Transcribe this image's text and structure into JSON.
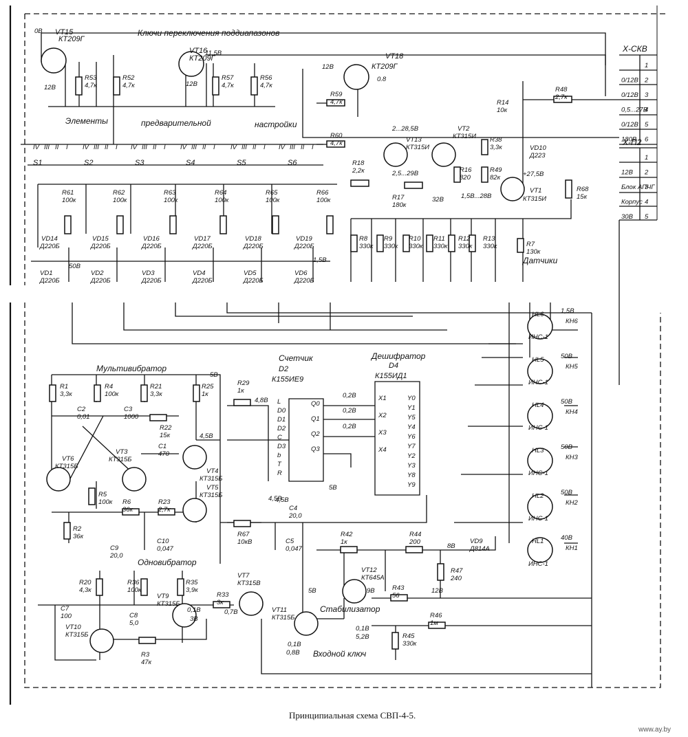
{
  "figure": {
    "caption": "Принципиальная схема СВП-4-5.",
    "watermark": "www.ay.by"
  },
  "section_titles": [
    "Ключи переключения поддиапазонов",
    "Элементы",
    "предварительной",
    "настройки",
    "Мультивибратор",
    "Одновибратор",
    "Счетчик",
    "Дешифратор",
    "Стабилизатор",
    "Входной ключ",
    "Датчики"
  ],
  "connectors": {
    "xskv": {
      "name": "X-СКВ",
      "pins": [
        {
          "num": "1",
          "label": ""
        },
        {
          "num": "2",
          "label": "0/12В"
        },
        {
          "num": "3",
          "label": "0/12В"
        },
        {
          "num": "4",
          "label": "0,5...27В"
        },
        {
          "num": "5",
          "label": "0/12В"
        },
        {
          "num": "6",
          "label": "180В"
        }
      ]
    },
    "xp2": {
      "name": "X-П2",
      "pins": [
        {
          "num": "1",
          "label": ""
        },
        {
          "num": "2",
          "label": "12В"
        },
        {
          "num": "3",
          "label": "Блок АПЧГ"
        },
        {
          "num": "4",
          "label": "Корпус"
        },
        {
          "num": "5",
          "label": "30В"
        }
      ]
    }
  },
  "transistors_top": [
    {
      "ref": "VT15",
      "type": "КТ209Г",
      "v_base": "0В",
      "v_emit": "12В"
    },
    {
      "ref": "VT16",
      "type": "КТ209Г",
      "v_base": "11,5В",
      "v_emit": "12В"
    },
    {
      "ref": "VT18",
      "type": "КТ209Г",
      "v_base": "0.8",
      "v_emit": "12В"
    }
  ],
  "resistors_top": [
    {
      "ref": "R53",
      "value": "4,7к"
    },
    {
      "ref": "R52",
      "value": "4,7к"
    },
    {
      "ref": "R57",
      "value": "4,7к"
    },
    {
      "ref": "R56",
      "value": "4,7к"
    },
    {
      "ref": "R59",
      "value": "4,7к"
    },
    {
      "ref": "R60",
      "value": "4,7к"
    },
    {
      "ref": "R48",
      "value": "2,7к"
    },
    {
      "ref": "R14",
      "value": "10к"
    },
    {
      "ref": "R18",
      "value": "2,2к"
    },
    {
      "ref": "R17",
      "value": "180к"
    },
    {
      "ref": "R38",
      "value": "3,3к"
    },
    {
      "ref": "R16",
      "value": "820"
    },
    {
      "ref": "R49",
      "value": "82к"
    },
    {
      "ref": "R68",
      "value": "15к"
    },
    {
      "ref": "R7",
      "value": "130к"
    }
  ],
  "switches": [
    "S1",
    "S2",
    "S3",
    "S4",
    "S5",
    "S6"
  ],
  "roman_marks": [
    "IV",
    "III",
    "II",
    "I"
  ],
  "presets": [
    {
      "r": "R61",
      "rv": "100к",
      "vdu": "VD14",
      "vdl": "VD1",
      "d": "Д220Б"
    },
    {
      "r": "R62",
      "rv": "100к",
      "vdu": "VD15",
      "vdl": "VD2",
      "d": "Д220Б"
    },
    {
      "r": "R63",
      "rv": "100к",
      "vdu": "VD16",
      "vdl": "VD3",
      "d": "Д220Б"
    },
    {
      "r": "R64",
      "rv": "100к",
      "vdu": "VD17",
      "vdl": "VD4",
      "d": "Д220Б"
    },
    {
      "r": "R65",
      "rv": "100к",
      "vdu": "VD18",
      "vdl": "VD5",
      "d": "Д220Б"
    },
    {
      "r": "R66",
      "rv": "100к",
      "vdu": "VD19",
      "vdl": "VD6",
      "d": "Д220Б"
    }
  ],
  "sensors": [
    {
      "ref": "R8",
      "value": "330к"
    },
    {
      "ref": "R9",
      "value": "330к"
    },
    {
      "ref": "R10",
      "value": "330к"
    },
    {
      "ref": "R11",
      "value": "330к"
    },
    {
      "ref": "R12",
      "value": "330к"
    },
    {
      "ref": "R13",
      "value": "330к"
    }
  ],
  "vt13": {
    "ref": "VT13",
    "type": "КТ315И",
    "v": "2...28,5В"
  },
  "vt2": {
    "ref": "VT2",
    "type": "КТ315И"
  },
  "vt1": {
    "ref": "VT1",
    "type": "КТ315И",
    "v": "+27,5В"
  },
  "vd10": {
    "ref": "VD10",
    "type": "Д223"
  },
  "misc_voltages": [
    "2,5...29В",
    "32В",
    "1,5В...28В",
    "50В",
    "1,5В",
    "4,5В"
  ],
  "indicators": [
    {
      "ref": "HL6",
      "type": "ИНС-1",
      "key": "КН6",
      "v": "1,5В"
    },
    {
      "ref": "HL5",
      "type": "ИНС-1",
      "key": "КН5",
      "v": "50В"
    },
    {
      "ref": "HL4",
      "type": "ИНС-1",
      "key": "КН4",
      "v": "50В"
    },
    {
      "ref": "HL3",
      "type": "ИНС-1",
      "key": "КН3",
      "v": "50В"
    },
    {
      "ref": "HL2",
      "type": "ИНС-1",
      "key": "КН2",
      "v": "50В"
    },
    {
      "ref": "HL1",
      "type": "ИНС-1",
      "key": "КН1",
      "v": "40В"
    }
  ],
  "counter": {
    "ref": "D2",
    "type": "К155ИЕ9",
    "pins_left": [
      "L",
      "D0",
      "D1",
      "D2",
      "C",
      "D3",
      "b",
      "T",
      "R"
    ],
    "pins_right": [
      "Q0",
      "Q1",
      "Q2",
      "Q3"
    ]
  },
  "decoder": {
    "ref": "D4",
    "type": "К155ИД1",
    "pins_left": [
      "X1",
      "X2",
      "X3",
      "X4"
    ],
    "pins_right": [
      "Y0",
      "Y1",
      "Y5",
      "Y4",
      "Y6",
      "Y7",
      "Y2",
      "Y3",
      "Y8",
      "Y9"
    ]
  },
  "counter_voltages": [
    "0,2В",
    "0,2В",
    "0,2В",
    "5В",
    "4,5В"
  ],
  "multivibrator": [
    {
      "ref": "R1",
      "value": "3,3к"
    },
    {
      "ref": "R4",
      "value": "100к"
    },
    {
      "ref": "R21",
      "value": "3,3к"
    },
    {
      "ref": "R25",
      "value": "1к"
    },
    {
      "ref": "R29",
      "value": "1к"
    },
    {
      "ref": "R22",
      "value": "15к"
    },
    {
      "ref": "C2",
      "value": "0,01"
    },
    {
      "ref": "C3",
      "value": "1000"
    },
    {
      "ref": "C1",
      "value": "470"
    },
    {
      "ref": "R5",
      "value": "100к"
    },
    {
      "ref": "R6",
      "value": "36к"
    },
    {
      "ref": "R23",
      "value": "2,7к"
    },
    {
      "ref": "R2",
      "value": "36к"
    },
    {
      "ref": "C10",
      "value": "0,047"
    },
    {
      "ref": "R67",
      "value": "10кВ"
    },
    {
      "ref": "C4",
      "value": "20,0"
    },
    {
      "ref": "C5",
      "value": "0,047"
    },
    {
      "ref": "C9",
      "value": "20,0"
    }
  ],
  "mv_transistors": [
    {
      "ref": "VT6",
      "type": "КТ315Б"
    },
    {
      "ref": "VT3",
      "type": "КТ315Б"
    },
    {
      "ref": "VT4",
      "type": "КТ315Б"
    },
    {
      "ref": "VT5",
      "type": "КТ315Б"
    }
  ],
  "oneshot": [
    {
      "ref": "R20",
      "value": "4,3к"
    },
    {
      "ref": "R36",
      "value": "100к"
    },
    {
      "ref": "R35",
      "value": "3,9к"
    },
    {
      "ref": "R33",
      "value": "3к"
    },
    {
      "ref": "C7",
      "value": "100"
    },
    {
      "ref": "C8",
      "value": "5,0"
    },
    {
      "ref": "R3",
      "value": "47к"
    },
    {
      "ref": "VT9",
      "type": "КТ315Б"
    },
    {
      "ref": "VT10",
      "type": "КТ315Б"
    },
    {
      "ref": "VT7",
      "type": "КТ315В"
    },
    {
      "ref": "VT11",
      "type": "КТ315Б"
    }
  ],
  "stabilizer": [
    {
      "ref": "R42",
      "value": "1к"
    },
    {
      "ref": "R44",
      "value": "200"
    },
    {
      "ref": "VD9",
      "value": "Д814А"
    },
    {
      "ref": "VT12",
      "value": "КТ645А"
    },
    {
      "ref": "R43",
      "value": "56"
    },
    {
      "ref": "R47",
      "value": "240"
    },
    {
      "ref": "R46",
      "value": "1м"
    },
    {
      "ref": "R45",
      "value": "330к"
    }
  ],
  "stab_voltages": [
    "8В",
    "9В",
    "12В",
    "5В",
    "0,1В",
    "5,2В",
    "0,1В",
    "3В",
    "0,1В",
    "0,7В",
    "0,8В",
    "4,5В",
    "4,8В",
    "5В"
  ]
}
